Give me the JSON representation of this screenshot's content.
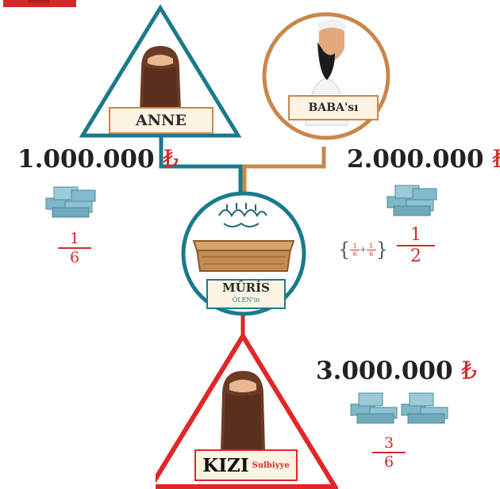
{
  "colors": {
    "mother_line": "#1a7a8c",
    "father_line": "#c9874a",
    "daughter_line": "#e32626",
    "fraction": "#d42a2a",
    "label_bg": "#fdf3e3"
  },
  "icons": {
    "mother": "veiled-woman-icon",
    "father": "bearded-man-icon",
    "deceased": "coffin-icon",
    "daughter": "veiled-woman-icon",
    "money": "money-stack-icon",
    "currency": "turkish-lira-icon"
  },
  "mother": {
    "label": "ANNE",
    "amount": "1.000.000",
    "currency": "₺",
    "share": {
      "num": "1",
      "den": "6"
    }
  },
  "father": {
    "label": "BABA'sı",
    "amount": "2.000.000",
    "currency": "₺",
    "share": {
      "num": "1",
      "den": "2"
    },
    "breakdown": {
      "a_num": "1",
      "a_den": "6",
      "plus": "+",
      "b_num": "1",
      "b_den": "6"
    }
  },
  "deceased": {
    "label": "MÛRİS",
    "sublabel": "ÖLEN'in"
  },
  "daughter": {
    "label": "KIZI",
    "sublabel": "Sulbiyye",
    "amount": "3.000.000",
    "currency": "₺",
    "share": {
      "num": "3",
      "den": "6"
    }
  }
}
